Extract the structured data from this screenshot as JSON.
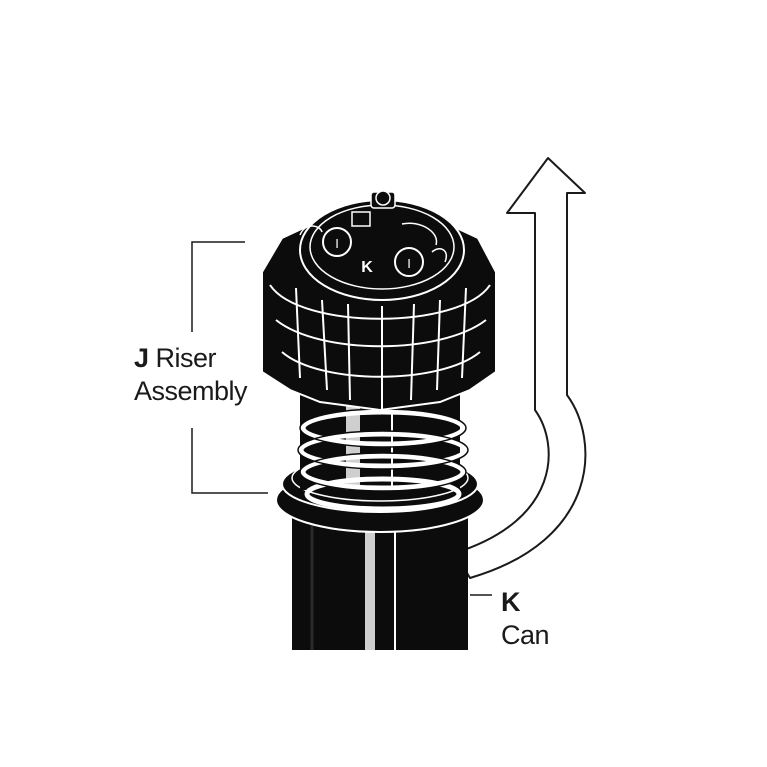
{
  "labels": {
    "riser": {
      "letter": "J",
      "line1": "Riser",
      "line2": "Assembly"
    },
    "can": {
      "letter": "K",
      "line2": "Can"
    }
  },
  "cap_marks": {
    "center": "K",
    "left": "I",
    "right": "I"
  },
  "colors": {
    "body": "#0c0c0c",
    "outline": "#ffffff",
    "line": "#1a1a1a",
    "highlight": "#cfcfcf"
  }
}
